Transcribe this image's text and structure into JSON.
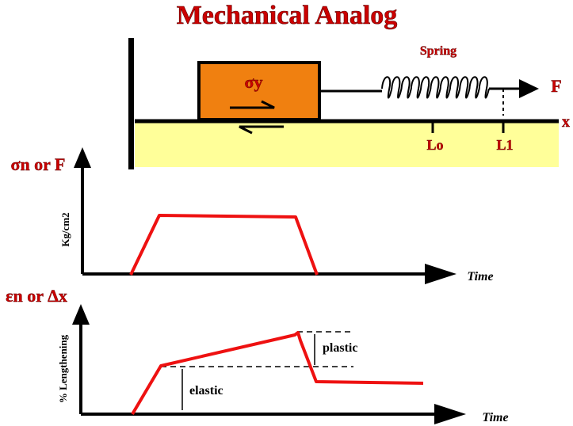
{
  "title": "Mechanical Analog",
  "analog": {
    "block_label": "σy",
    "spring_label": "Spring",
    "force_label": "F",
    "axis_label": "x",
    "lo_label": "Lo",
    "l1_label": "L1",
    "colors": {
      "block": "#f08010",
      "ground": "#ffff99",
      "label": "#cc0000"
    }
  },
  "stress_plot": {
    "symbol_label": "σn or F",
    "ylabel": "Kg/cm2",
    "xlabel": "Time",
    "line_color": "#ee1111"
  },
  "strain_plot": {
    "symbol_label": "εn or Δx",
    "ylabel": "% Lengthening",
    "xlabel": "Time",
    "plastic_label": "plastic",
    "elastic_label": "elastic",
    "line_color": "#ee1111"
  }
}
